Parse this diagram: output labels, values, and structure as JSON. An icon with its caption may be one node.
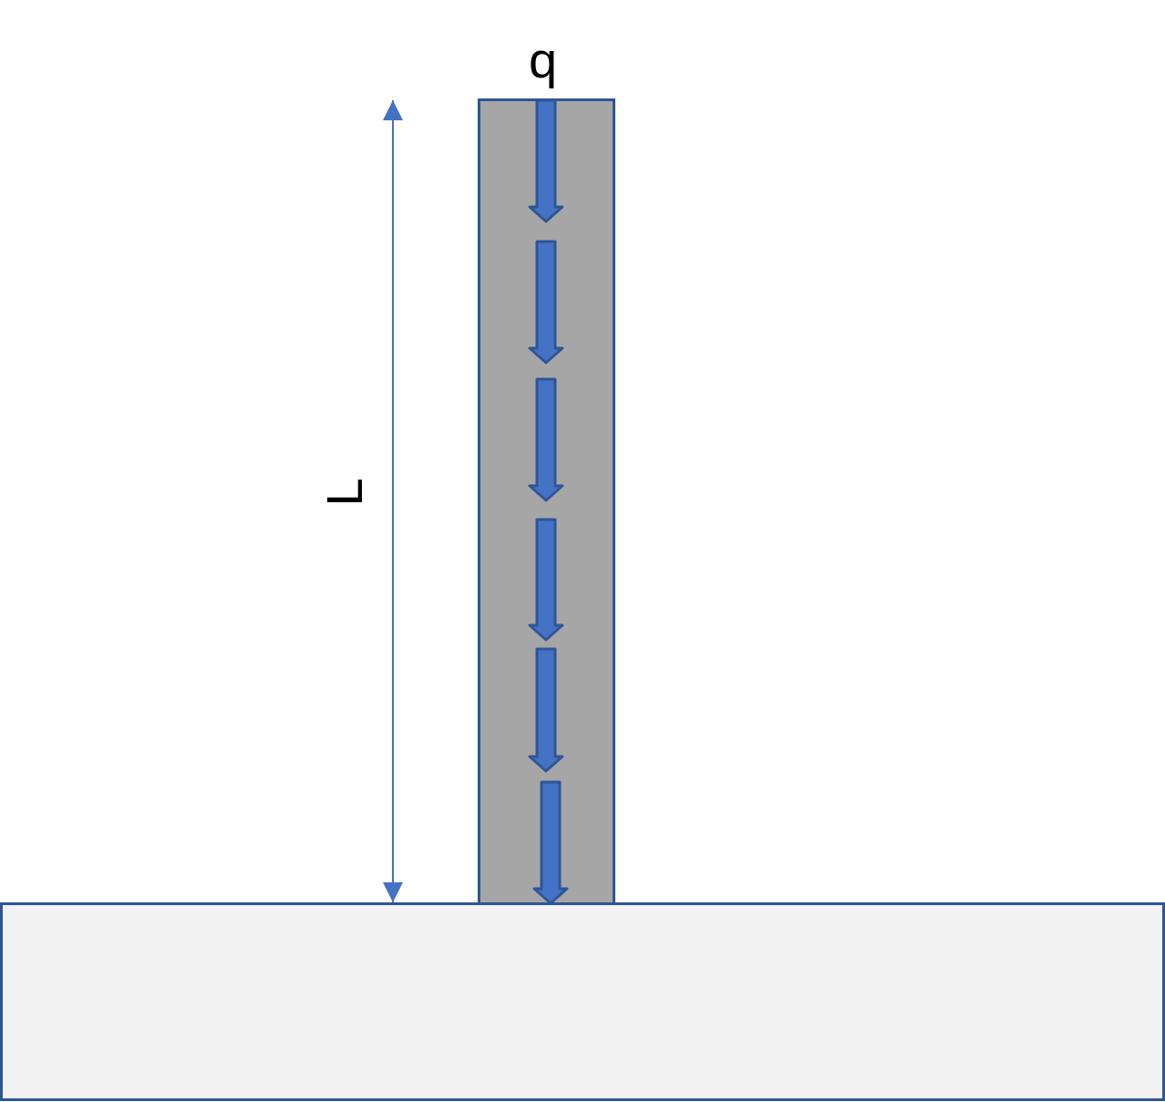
{
  "diagram": {
    "nodes": [
      {
        "text": [],
        "shape": "box"
      },
      {
        "text": [],
        "shape": "box"
      }
    ],
    "labels": [
      "q",
      "L"
    ]
  }
}
